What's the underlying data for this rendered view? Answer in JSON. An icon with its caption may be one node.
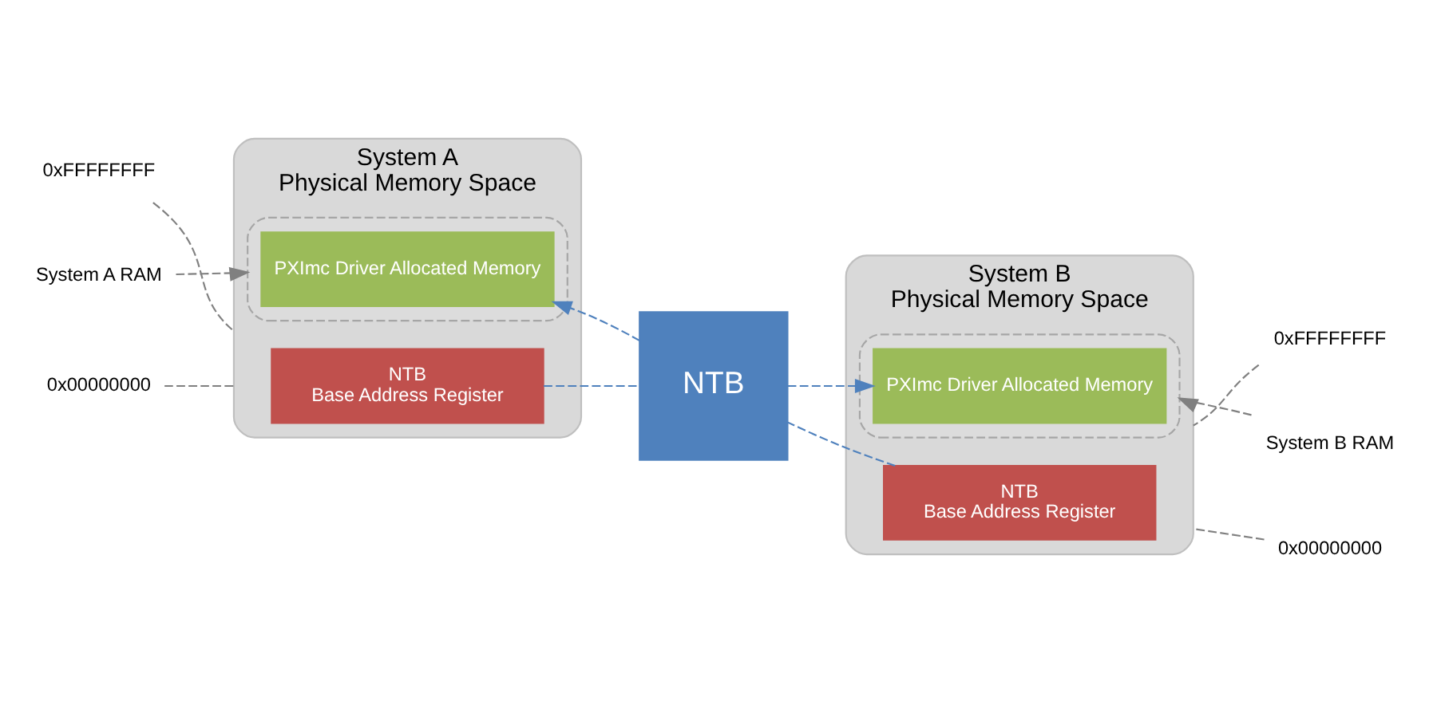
{
  "diagram": {
    "nodes": [
      {
        "text": [
          "System A",
          "Physical Memory Space"
        ]
      },
      {
        "text": [
          "NTB",
          "Base Address Register"
        ],
        "in": 0
      },
      {
        "text": [],
        "shape": "box",
        "in": 0
      },
      {
        "text": [
          "PXImc Driver Allocated Memory"
        ],
        "in": 2
      },
      {
        "text": [
          "System B",
          "Physical Memory Space"
        ]
      },
      {
        "text": [
          "NTB",
          "Base Address Register"
        ],
        "in": 4
      },
      {
        "text": [],
        "shape": "box",
        "in": 4
      },
      {
        "text": [
          "PXImc Driver Allocated Memory"
        ],
        "in": 6
      },
      {
        "text": [
          "NTB"
        ]
      },
      {
        "text": [
          "0xFFFFFFFF"
        ]
      },
      {
        "text": [
          "System A RAM"
        ]
      },
      {
        "text": [
          "0x00000000"
        ]
      },
      {
        "text": [
          "0xFFFFFFFF"
        ]
      },
      {
        "text": [
          "System B RAM"
        ]
      },
      {
        "text": [
          "0x00000000"
        ]
      }
    ],
    "edges": [
      {
        "from": 1,
        "to": 8,
        "arrow": "none",
        "style": "dashed",
        "color": "#4f81bd"
      },
      {
        "from": 8,
        "to": 3,
        "arrow": "to",
        "style": "dashed",
        "color": "#4f81bd"
      },
      {
        "from": 5,
        "to": 8,
        "arrow": "none",
        "style": "dashed",
        "color": "#4f81bd"
      },
      {
        "from": 8,
        "to": 7,
        "arrow": "to",
        "style": "dashed",
        "color": "#4f81bd"
      },
      {
        "from": 9,
        "to": 0,
        "arrow": "none",
        "style": "dashed",
        "color": "#808080"
      },
      {
        "from": 10,
        "to": 2,
        "arrow": "to",
        "style": "dashed",
        "color": "#808080"
      },
      {
        "from": 11,
        "to": 0,
        "arrow": "none",
        "style": "dashed",
        "color": "#808080"
      },
      {
        "from": 12,
        "to": 4,
        "arrow": "none",
        "style": "dashed",
        "color": "#808080"
      },
      {
        "from": 13,
        "to": 6,
        "arrow": "to",
        "style": "dashed",
        "color": "#808080"
      },
      {
        "from": 14,
        "to": 4,
        "arrow": "none",
        "style": "dashed",
        "color": "#808080"
      }
    ]
  }
}
